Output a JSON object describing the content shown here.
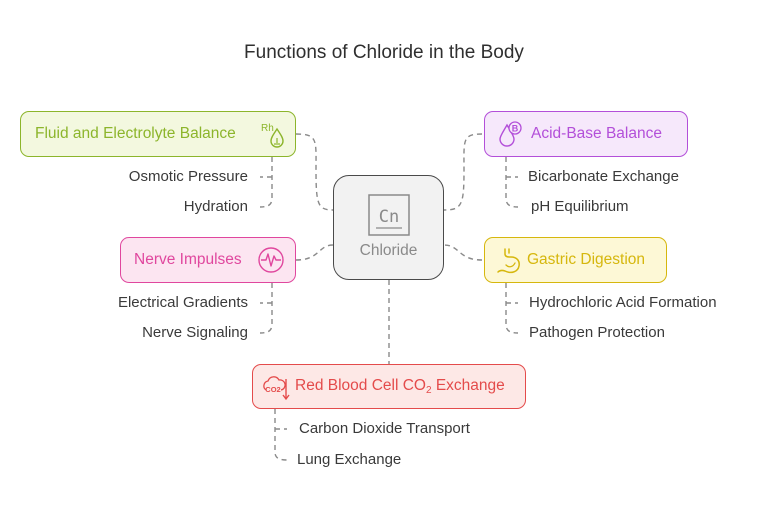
{
  "title": "Functions of Chloride in the Body",
  "center": {
    "label": "Chloride",
    "icon": "element-cn-icon"
  },
  "nodes": {
    "fluid": {
      "label": "Fluid and Electrolyte Balance",
      "icon_text": "Rh",
      "icon": "droplet-rh-icon",
      "color": "#8cb52b",
      "fill": "#f3f8df",
      "subs": [
        "Osmotic Pressure",
        "Hydration"
      ]
    },
    "acid": {
      "label": "Acid-Base Balance",
      "icon_text": "B",
      "icon": "droplet-b-icon",
      "color": "#b34fd9",
      "fill": "#f6e8fb",
      "subs": [
        "Bicarbonate Exchange",
        "pH Equilibrium"
      ]
    },
    "nerve": {
      "label": "Nerve Impulses",
      "icon": "heartbeat-icon",
      "color": "#e0479e",
      "fill": "#fce5f1",
      "subs": [
        "Electrical Gradients",
        "Nerve Signaling"
      ]
    },
    "gastric": {
      "label": "Gastric Digestion",
      "icon": "stomach-icon",
      "color": "#d6b70d",
      "fill": "#fdf8d6",
      "subs": [
        "Hydrochloric Acid Formation",
        "Pathogen Protection"
      ]
    },
    "rbc": {
      "label_prefix": "Red Blood Cell CO",
      "label_sub": "2",
      "label_suffix": " Exchange",
      "icon_text": "CO2",
      "icon": "co2-exchange-icon",
      "color": "#e44b4b",
      "fill": "#fde8e6",
      "subs": [
        "Carbon Dioxide Transport",
        "Lung Exchange"
      ]
    }
  }
}
